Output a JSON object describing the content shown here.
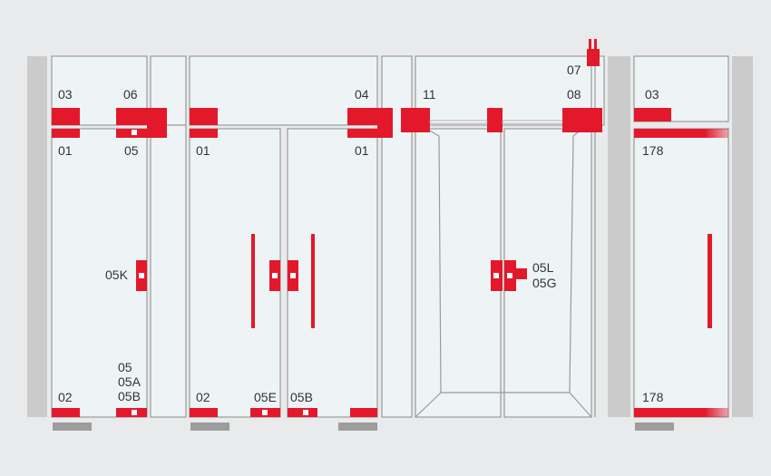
{
  "colors": {
    "background": "#e9eaeb",
    "glass": "#eef4f6",
    "frame": "#9a9a9a",
    "wall": "#cbcbcb",
    "fitting": "#e3192b",
    "label": "#333333"
  },
  "labels": {
    "l03a": "03",
    "l06": "06",
    "l04": "04",
    "l11": "11",
    "l07": "07",
    "l08": "08",
    "l03b": "03",
    "l01a": "01",
    "l05a": "05",
    "l01b": "01",
    "l01c": "01",
    "l178a": "178",
    "l05k": "05K",
    "l05l": "05L",
    "l05g": "05G",
    "l05": "05",
    "l05abc_a": "05A",
    "l05abc_b": "05B",
    "l02a": "02",
    "l02b": "02",
    "l05e": "05E",
    "l05b2": "05B",
    "l178b": "178"
  }
}
